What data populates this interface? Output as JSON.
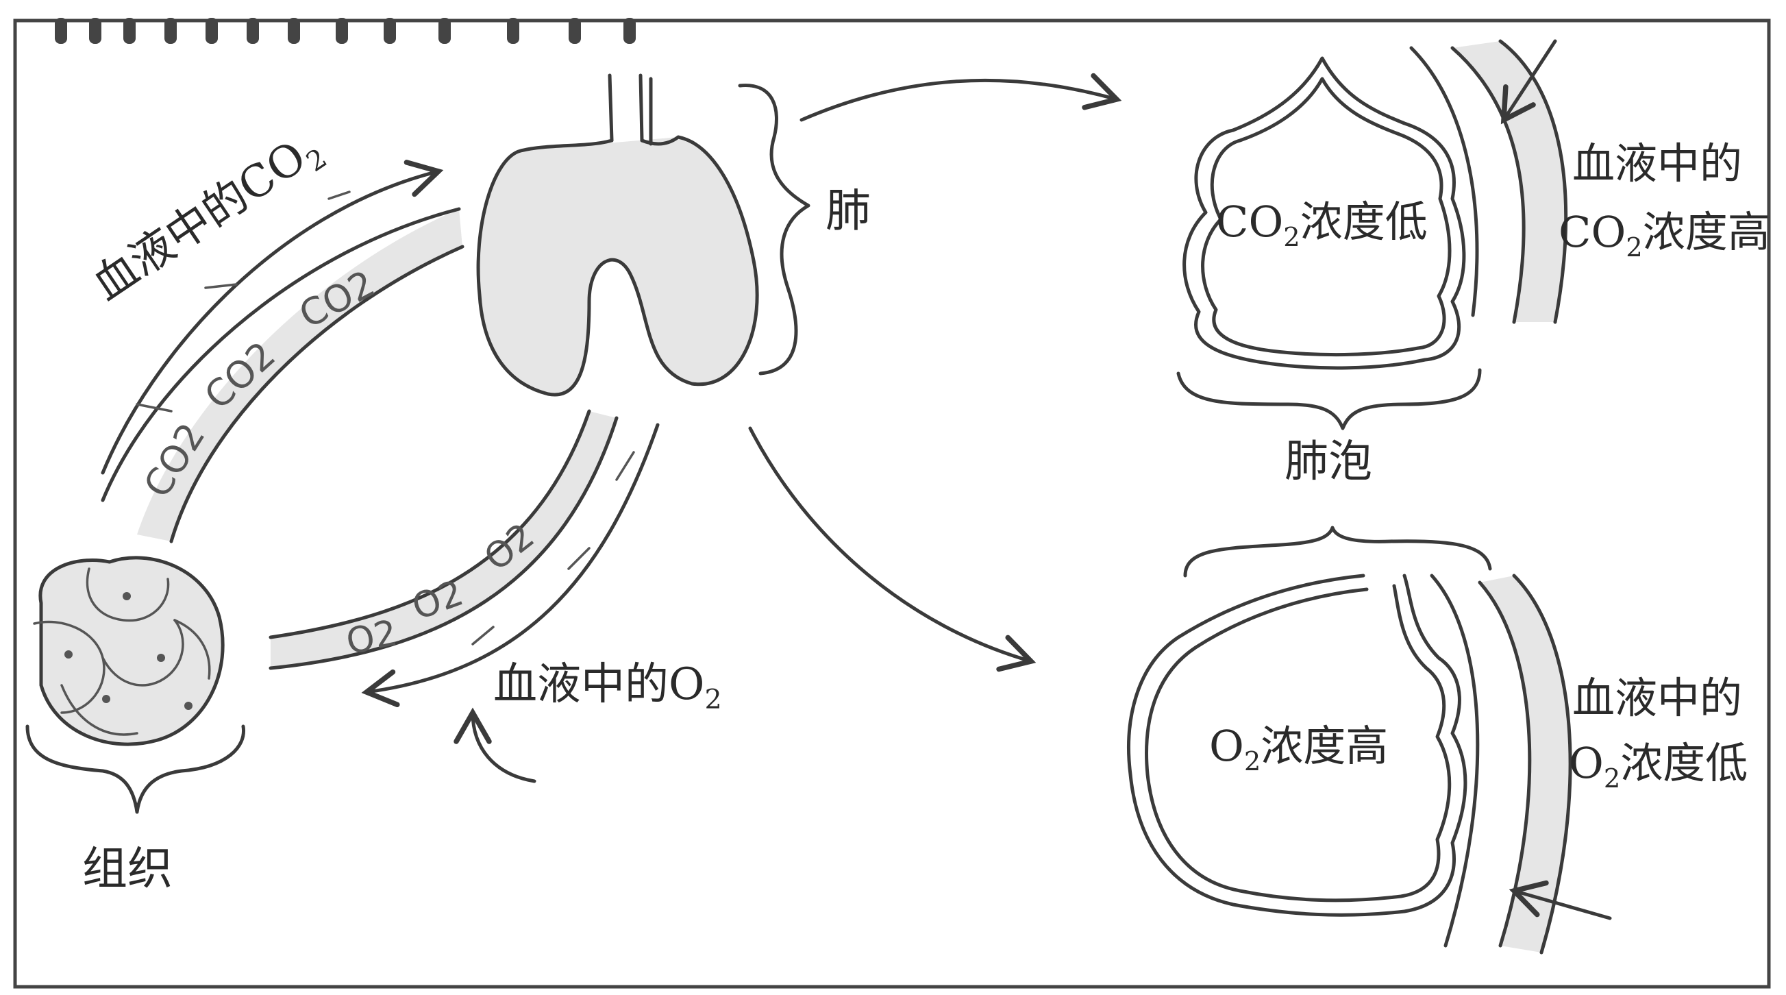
{
  "diagram": {
    "labels": {
      "blood_co2": {
        "main": "血液中的CO",
        "sub": "2"
      },
      "lung": "肺",
      "tissue": "组织",
      "blood_o2": {
        "main": "血液中的O",
        "sub": "2"
      },
      "alveolus": "肺泡",
      "alv_co2_low": {
        "pre": "CO",
        "sub": "2",
        "post": "浓度低"
      },
      "blood_co2_high_line1": "血液中的",
      "blood_co2_high_line2": {
        "pre": "CO",
        "sub": "2",
        "post": "浓度高"
      },
      "alv_o2_high": {
        "pre": "O",
        "sub": "2",
        "post": "浓度高"
      },
      "blood_o2_low_line1": "血液中的",
      "blood_o2_low_line2": {
        "pre": "O",
        "sub": "2",
        "post": "浓度低"
      }
    },
    "vessel_marks": {
      "co2": [
        "CO2",
        "CO2",
        "CO2"
      ],
      "o2": [
        "O2",
        "O2",
        "O2"
      ]
    }
  }
}
